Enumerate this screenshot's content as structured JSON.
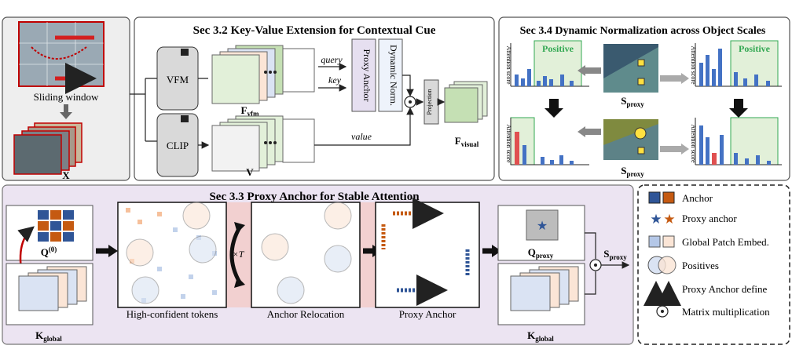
{
  "sec32": {
    "title": "Sec 3.2 Key-Value Extension for Contextual Cue",
    "vfm": "VFM",
    "clip": "CLIP",
    "f_vfm": "F",
    "f_vfm_sub": "vfm",
    "v": "V",
    "query": "query",
    "key": "key",
    "value": "value",
    "proxy_anchor_box": "Proxy Anchor",
    "dyn_norm_box": "Dynamic Norm.",
    "projection": "Projection",
    "f_visual": "F",
    "f_visual_sub": "visual"
  },
  "left": {
    "sliding_window": "Sliding window",
    "x": "X"
  },
  "sec34": {
    "title": "Sec 3.4 Dynamic Normalization across Object Scales",
    "positive": "Positive",
    "attention_score": "Attention score",
    "s_proxy": "S",
    "s_proxy_sub": "proxy"
  },
  "sec33": {
    "title": "Sec 3.3 Proxy Anchor for Stable Attention",
    "q0": "Q",
    "q0_sup": "(0)",
    "k_global": "K",
    "k_global_sub": "global",
    "times_t": "×T",
    "high_conf": "High-confident tokens",
    "anchor_reloc": "Anchor Relocation",
    "proxy_anchor": "Proxy Anchor",
    "q_proxy": "Q",
    "q_proxy_sub": "proxy",
    "s_proxy": "S",
    "s_proxy_sub": "proxy"
  },
  "legend": {
    "anchor": "Anchor",
    "proxy_anchor": "Proxy anchor",
    "global_patch": "Global Patch Embed.",
    "positives": "Positives",
    "proxy_define": "Proxy Anchor define",
    "matmul": "Matrix multiplication"
  },
  "colors": {
    "blue": "#2f5597",
    "orange": "#c55a11",
    "light_blue": "#b4c7e7",
    "light_orange": "#f4b183",
    "pink_bg": "#f2d0d0",
    "purple_panel": "#ece4f2",
    "green": "#33a853"
  }
}
